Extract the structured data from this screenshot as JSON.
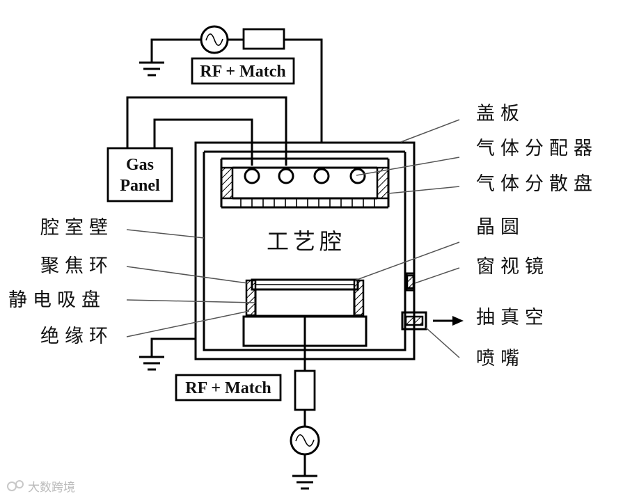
{
  "rf_match_top": "RF + Match",
  "rf_match_bottom": "RF + Match",
  "gas_panel": [
    "Gas",
    "Panel"
  ],
  "chamber_label": "工艺腔",
  "labels_right": {
    "lid": "盖板",
    "gas_distributor": "气体分配器",
    "gas_diffuser_plate": "气体分散盘",
    "wafer": "晶圆",
    "view_window": "窗视镜",
    "vacuum": "抽真空",
    "nozzle": "喷嘴"
  },
  "labels_left": {
    "chamber_wall": "腔室壁",
    "focus_ring": "聚焦环",
    "electrostatic_chuck": "静电吸盘",
    "insulator_ring": "绝缘环"
  },
  "watermark": "大数跨境"
}
